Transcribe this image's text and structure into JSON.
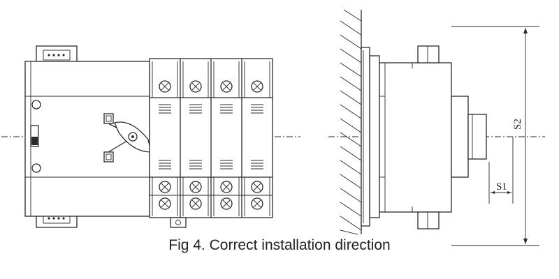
{
  "caption": "Fig 4. Correct installation direction",
  "dimensions": {
    "s1_label": "S1",
    "s2_label": "S2"
  }
}
